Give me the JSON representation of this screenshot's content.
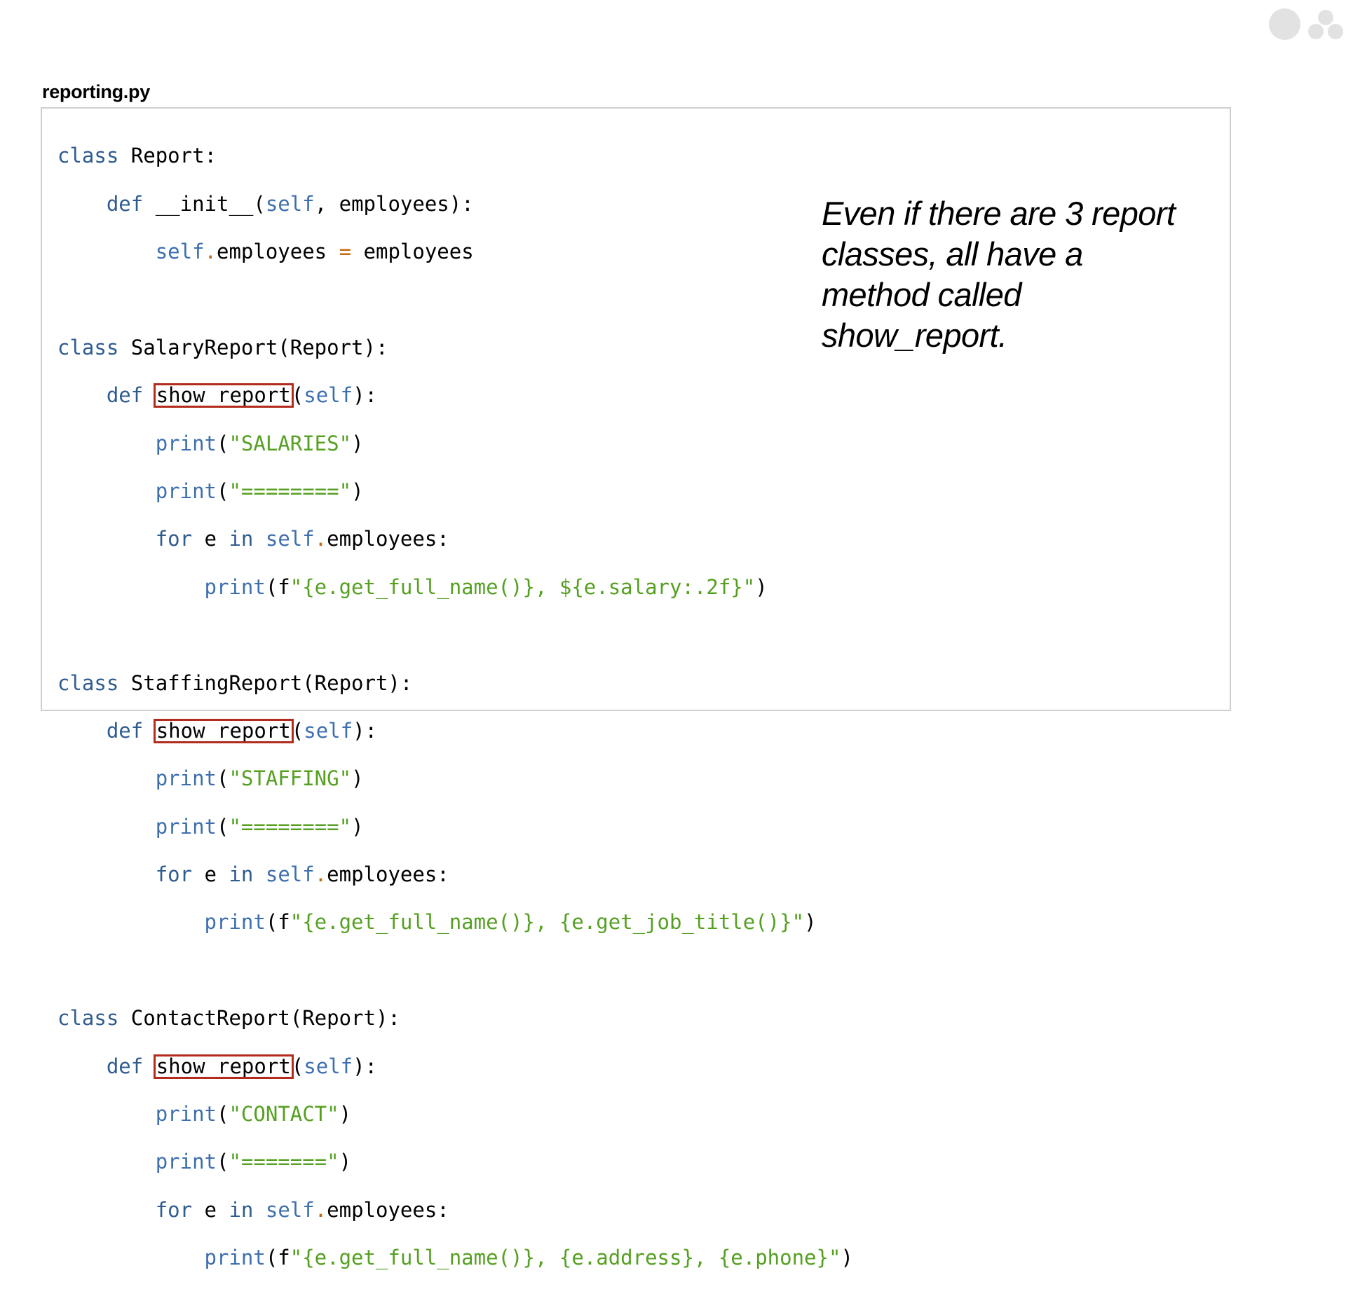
{
  "file": {
    "title": "reporting.py"
  },
  "annotation": "Even if there are 3 report classes, all have a method called show_report.",
  "code": {
    "l1": {
      "kw": "class",
      "rest": " Report:"
    },
    "l2": {
      "kw": "def",
      "name": " __init__(",
      "self": "self",
      "rest": ", employees):"
    },
    "l3": {
      "self": "self",
      "dot": ".",
      "mid": "employees ",
      "eq": "=",
      "rest": " employees"
    },
    "l5": {
      "kw": "class",
      "rest": " SalaryReport(Report):"
    },
    "l6": {
      "kw": "def",
      "method": "show_report",
      "open": "(",
      "self": "self",
      "rest": "):"
    },
    "l7": {
      "fn": "print",
      "open": "(",
      "str": "\"SALARIES\"",
      "close": ")"
    },
    "l8": {
      "fn": "print",
      "open": "(",
      "str": "\"========\"",
      "close": ")"
    },
    "l9": {
      "kw1": "for",
      "mid1": " e ",
      "kw2": "in",
      "sp": " ",
      "self": "self",
      "dot": ".",
      "rest": "employees:"
    },
    "l10": {
      "fn": "print",
      "open": "(f",
      "str": "\"{e.get_full_name()}, ${e.salary:.2f}\"",
      "close": ")"
    },
    "l12": {
      "kw": "class",
      "rest": " StaffingReport(Report):"
    },
    "l13": {
      "kw": "def",
      "method": "show_report",
      "open": "(",
      "self": "self",
      "rest": "):"
    },
    "l14": {
      "fn": "print",
      "open": "(",
      "str": "\"STAFFING\"",
      "close": ")"
    },
    "l15": {
      "fn": "print",
      "open": "(",
      "str": "\"========\"",
      "close": ")"
    },
    "l16": {
      "kw1": "for",
      "mid1": " e ",
      "kw2": "in",
      "sp": " ",
      "self": "self",
      "dot": ".",
      "rest": "employees:"
    },
    "l17": {
      "fn": "print",
      "open": "(f",
      "str": "\"{e.get_full_name()}, {e.get_job_title()}\"",
      "close": ")"
    },
    "l19": {
      "kw": "class",
      "rest": " ContactReport(Report):"
    },
    "l20": {
      "kw": "def",
      "method": "show_report",
      "open": "(",
      "self": "self",
      "rest": "):"
    },
    "l21": {
      "fn": "print",
      "open": "(",
      "str": "\"CONTACT\"",
      "close": ")"
    },
    "l22": {
      "fn": "print",
      "open": "(",
      "str": "\"=======\"",
      "close": ")"
    },
    "l23": {
      "kw1": "for",
      "mid1": " e ",
      "kw2": "in",
      "sp": " ",
      "self": "self",
      "dot": ".",
      "rest": "employees:"
    },
    "l24": {
      "fn": "print",
      "open": "(f",
      "str": "\"{e.get_full_name()}, {e.address}, {e.phone}\"",
      "close": ")"
    }
  },
  "colors": {
    "keyword": "#2f5c8f",
    "self": "#3d6fae",
    "string": "#55a021",
    "operator": "#c56a14",
    "highlight_box": "#b22b1d"
  },
  "logo": {
    "icon": "dots-logo-icon"
  }
}
